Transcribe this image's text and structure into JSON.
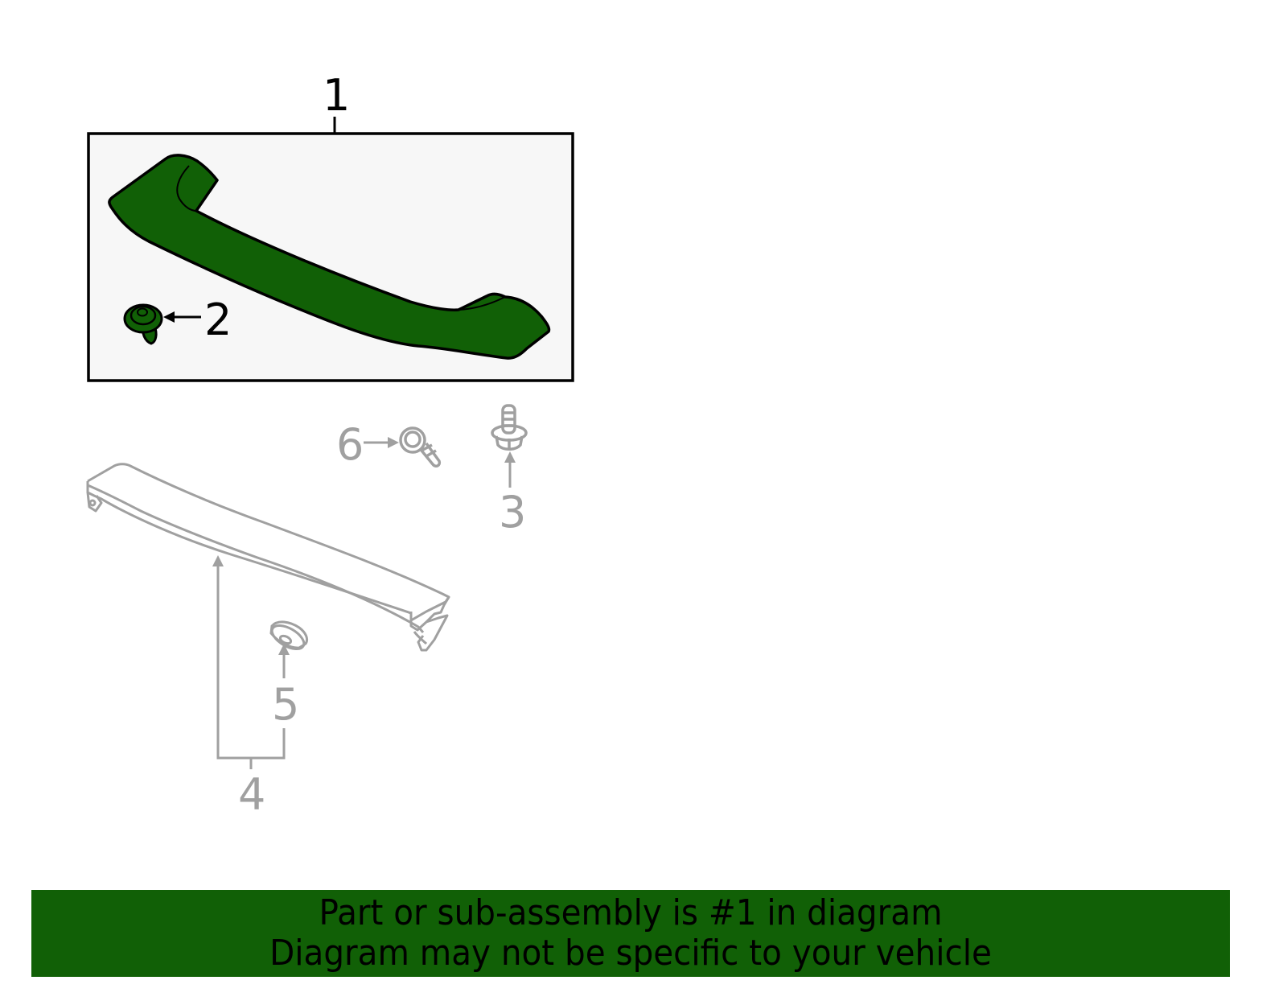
{
  "diagram": {
    "highlight_color": "#116006",
    "highlight_box_color": "#f7f7f7",
    "active_line_color": "#000000",
    "inactive_line_color": "#a0a0a0",
    "callouts": [
      {
        "number": "1",
        "part": "grab-handle-assembly",
        "active": true
      },
      {
        "number": "2",
        "part": "clip",
        "active": true
      },
      {
        "number": "3",
        "part": "bolt",
        "active": false
      },
      {
        "number": "4",
        "part": "trim-panel",
        "active": false
      },
      {
        "number": "5",
        "part": "grommet",
        "active": false
      },
      {
        "number": "6",
        "part": "screw",
        "active": false
      }
    ]
  },
  "banner": {
    "line1": "Part or sub-assembly is #1 in diagram",
    "line2": "Diagram may not be specific to your vehicle"
  }
}
